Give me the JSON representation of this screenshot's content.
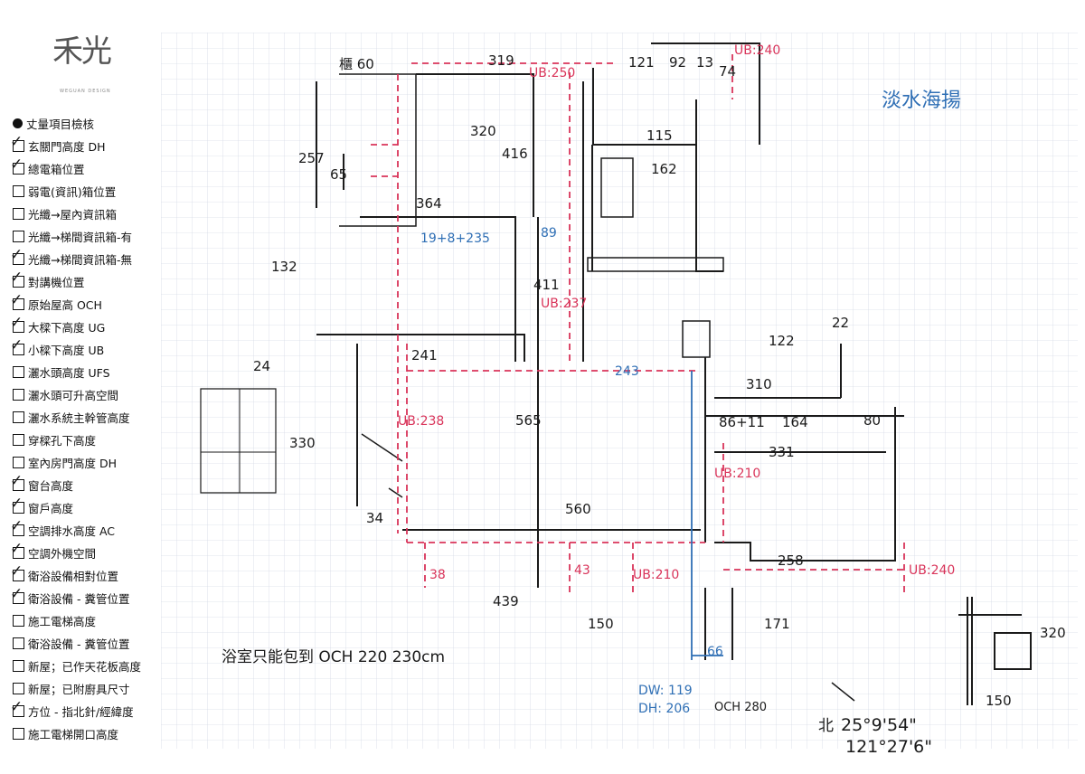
{
  "logo": {
    "mark": "禾光",
    "sub": "WEGUAN DESIGN"
  },
  "checklist": {
    "heading": "丈量項目檢核",
    "items": [
      {
        "label": "玄關門高度 DH",
        "checked": true
      },
      {
        "label": "總電箱位置",
        "checked": true
      },
      {
        "label": "弱電(資訊)箱位置",
        "checked": false
      },
      {
        "label": "光纖→屋內資訊箱",
        "checked": false
      },
      {
        "label": "光纖→梯間資訊箱-有",
        "checked": false
      },
      {
        "label": "光纖→梯間資訊箱-無",
        "checked": true
      },
      {
        "label": "對講機位置",
        "checked": true
      },
      {
        "label": "原始屋高 OCH",
        "checked": true
      },
      {
        "label": "大樑下高度 UG",
        "checked": true
      },
      {
        "label": "小樑下高度 UB",
        "checked": true
      },
      {
        "label": "灑水頭高度 UFS",
        "checked": false
      },
      {
        "label": "灑水頭可升高空間",
        "checked": false
      },
      {
        "label": "灑水系統主幹管高度",
        "checked": false
      },
      {
        "label": "穿樑孔下高度",
        "checked": false
      },
      {
        "label": "室內房門高度 DH",
        "checked": false
      },
      {
        "label": "窗台高度",
        "checked": true
      },
      {
        "label": "窗戶高度",
        "checked": true
      },
      {
        "label": "空調排水高度 AC",
        "checked": true
      },
      {
        "label": "空調外機空間",
        "checked": true
      },
      {
        "label": "衛浴設備相對位置",
        "checked": true
      },
      {
        "label": "衛浴設備 - 糞管位置",
        "checked": true
      },
      {
        "label": "施工電梯高度",
        "checked": false
      },
      {
        "label": "衛浴設備 - 糞管位置",
        "checked": false
      },
      {
        "label": "新屋；已作天花板高度",
        "checked": false
      },
      {
        "label": "新屋；已附廚具尺寸",
        "checked": false
      },
      {
        "label": "方位 - 指北針/經緯度",
        "checked": true
      },
      {
        "label": "施工電梯開口高度",
        "checked": false
      }
    ]
  },
  "plan": {
    "site_name": "淡水海揚",
    "note": "浴室只能包到 OCH 220 230cm",
    "door_info": {
      "dw": "DW: 119",
      "dh": "DH: 206"
    },
    "och": "OCH 280",
    "coords": {
      "lat": "25°9'54\"",
      "lon": "121°27'6\"",
      "prefix": "北"
    },
    "labels": {
      "d319": "319",
      "d121": "121",
      "d92": "92",
      "d13": "13",
      "d74": "74",
      "d60": "櫃 60",
      "d320": "320",
      "d416": "416",
      "d115": "115",
      "d162": "162",
      "d257": "257",
      "d65": "65",
      "d364": "364",
      "d225": "19+8+235",
      "d89": "89",
      "d411": "411",
      "d565": "565",
      "d560": "560",
      "d243": "243",
      "d241": "241",
      "d310": "310",
      "d164": "164",
      "d80": "80",
      "d8611": "86+11",
      "d331": "331",
      "d22": "22",
      "d122": "122",
      "d171": "171",
      "d66": "66",
      "d439": "439",
      "d150": "150",
      "d34": "34",
      "d330": "330",
      "d24": "24",
      "d38": "38",
      "d43": "43",
      "d320b": "320",
      "d258": "258",
      "d150b": "150",
      "d132": "132"
    },
    "red": {
      "ub1": "UB:250",
      "ub2": "UB:237",
      "ub3": "UB:238",
      "ub4": "UB:240",
      "ub5": "UB:210",
      "ub6": "UB:210",
      "ub7": "UB:240"
    }
  },
  "colors": {
    "ink": "#1a1a1a",
    "red": "#d9345a",
    "blue": "#2f6fb5",
    "grid": "#d6dbe6"
  }
}
